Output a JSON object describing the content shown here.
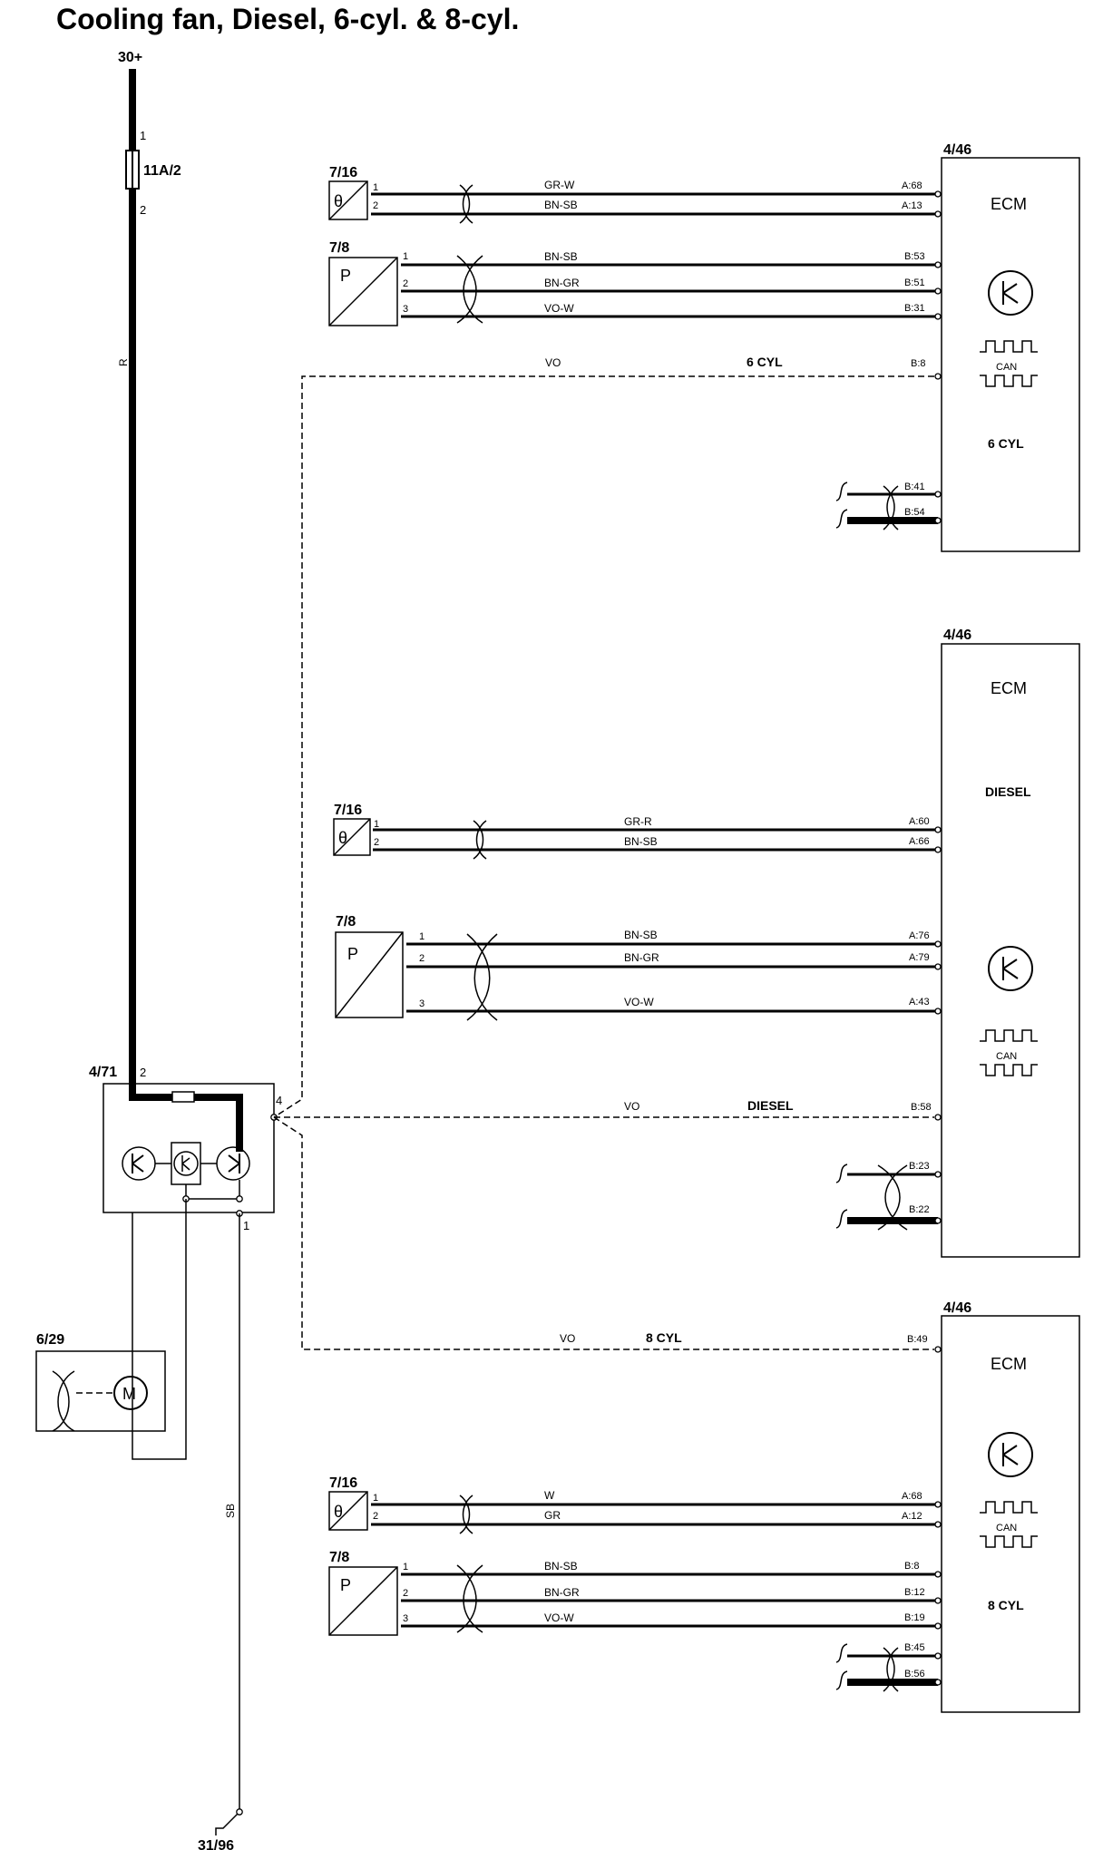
{
  "title": "Cooling fan, Diesel, 6-cyl. & 8-cyl.",
  "supply": {
    "label": "30+",
    "wire_color": "R"
  },
  "fuse": {
    "label": "11A/2",
    "pin_in": "1",
    "pin_out": "2"
  },
  "relay_module": {
    "label": "4/71",
    "pin_supply": "2",
    "pin_signal": "4",
    "pin_ground": "1"
  },
  "fan_motor": {
    "label": "6/29",
    "motor_symbol": "M"
  },
  "ground": {
    "label": "31/96",
    "wire_color": "SB"
  },
  "ecm_6cyl": {
    "ref": "4/46",
    "name": "ECM",
    "variant": "6 CYL",
    "can_label": "CAN",
    "temp_sensor": {
      "ref": "7/16",
      "symbol": "θ",
      "pins": [
        "1",
        "2"
      ],
      "wires": [
        {
          "color": "GR-W",
          "terminal": "A:68"
        },
        {
          "color": "BN-SB",
          "terminal": "A:13"
        }
      ]
    },
    "pressure_sensor": {
      "ref": "7/8",
      "symbol": "P",
      "pins": [
        "1",
        "2",
        "3"
      ],
      "wires": [
        {
          "color": "BN-SB",
          "terminal": "B:53"
        },
        {
          "color": "BN-GR",
          "terminal": "B:51"
        },
        {
          "color": "VO-W",
          "terminal": "B:31"
        }
      ]
    },
    "fan_control": {
      "color": "VO",
      "variant_label": "6 CYL",
      "terminal": "B:8"
    },
    "can_terminals": [
      "B:41",
      "B:54"
    ]
  },
  "ecm_diesel": {
    "ref": "4/46",
    "name": "ECM",
    "variant": "DIESEL",
    "can_label": "CAN",
    "temp_sensor": {
      "ref": "7/16",
      "symbol": "θ",
      "pins": [
        "1",
        "2"
      ],
      "wires": [
        {
          "color": "GR-R",
          "terminal": "A:60"
        },
        {
          "color": "BN-SB",
          "terminal": "A:66"
        }
      ]
    },
    "pressure_sensor": {
      "ref": "7/8",
      "symbol": "P",
      "pins": [
        "1",
        "2",
        "3"
      ],
      "wires": [
        {
          "color": "BN-SB",
          "terminal": "A:76"
        },
        {
          "color": "BN-GR",
          "terminal": "A:79"
        },
        {
          "color": "VO-W",
          "terminal": "A:43"
        }
      ]
    },
    "fan_control": {
      "color": "VO",
      "variant_label": "DIESEL",
      "terminal": "B:58"
    },
    "can_terminals": [
      "B:23",
      "B:22"
    ]
  },
  "ecm_8cyl": {
    "ref": "4/46",
    "name": "ECM",
    "variant": "8 CYL",
    "can_label": "CAN",
    "temp_sensor": {
      "ref": "7/16",
      "symbol": "θ",
      "pins": [
        "1",
        "2"
      ],
      "wires": [
        {
          "color": "W",
          "terminal": "A:68"
        },
        {
          "color": "GR",
          "terminal": "A:12"
        }
      ]
    },
    "pressure_sensor": {
      "ref": "7/8",
      "symbol": "P",
      "pins": [
        "1",
        "2",
        "3"
      ],
      "wires": [
        {
          "color": "BN-SB",
          "terminal": "B:8"
        },
        {
          "color": "BN-GR",
          "terminal": "B:12"
        },
        {
          "color": "VO-W",
          "terminal": "B:19"
        }
      ]
    },
    "fan_control": {
      "color": "VO",
      "variant_label": "8 CYL",
      "terminal": "B:49"
    },
    "can_terminals": [
      "B:45",
      "B:56"
    ]
  }
}
